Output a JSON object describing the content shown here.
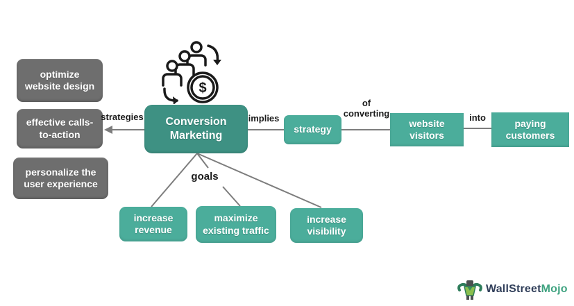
{
  "colors": {
    "teal_dark": "#3e9183",
    "teal": "#4bad9b",
    "gray": "#6e6e6e",
    "connector": "#7d7d7d",
    "label_text": "#1b1b1b",
    "brand_dark": "#32405b",
    "brand_green": "#3fa380"
  },
  "icons": {
    "conversion_icon": "people-to-dollar-cycle-icon",
    "logo_icon": "bull-mascot-icon"
  },
  "nodes": {
    "center": {
      "lines": [
        "Conversion",
        "Marketing"
      ]
    },
    "left": [
      {
        "lines": [
          "optimize",
          "website design"
        ]
      },
      {
        "lines": [
          "effective calls-",
          "to-action"
        ]
      },
      {
        "lines": [
          "personalize the",
          "user experience"
        ]
      }
    ],
    "strategy": {
      "lines": [
        "strategy"
      ]
    },
    "website_visitors": {
      "lines": [
        "website",
        "visitors"
      ]
    },
    "paying_customers": {
      "lines": [
        "paying",
        "customers"
      ]
    },
    "goals": [
      {
        "lines": [
          "increase",
          "revenue"
        ]
      },
      {
        "lines": [
          "maximize",
          "existing traffic"
        ]
      },
      {
        "lines": [
          "increase",
          "visibility"
        ]
      }
    ]
  },
  "labels": {
    "strategies": "strategies",
    "implies": "implies",
    "of": "of",
    "converting": "converting",
    "into": "into",
    "goals": "goals"
  },
  "coin_symbol": "$",
  "logo": {
    "part1": "WallStreet",
    "part2": "Mojo"
  }
}
